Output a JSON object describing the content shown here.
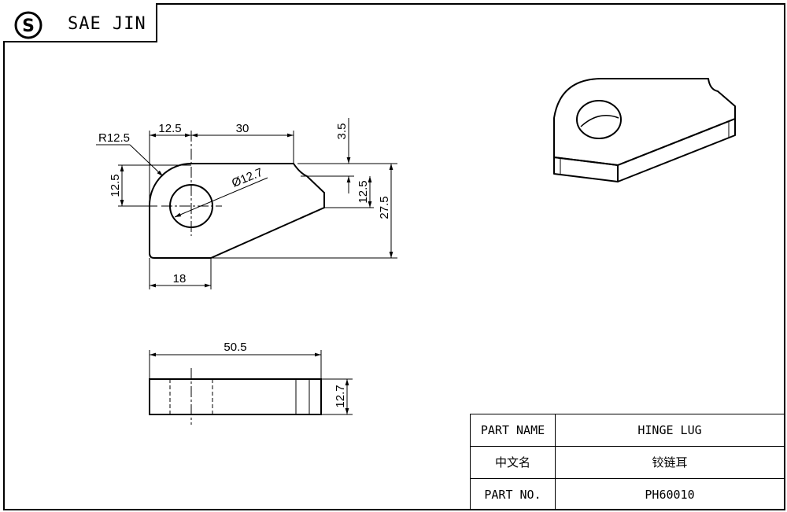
{
  "company": {
    "name": "SAE JIN",
    "logo_letter": "S"
  },
  "dimensions": {
    "radius": "R12.5",
    "top_left_width": "12.5",
    "top_span": "30",
    "notch_depth": "3.5",
    "left_height": "12.5",
    "hole_diameter": "Ø12.7",
    "right_height": "12.5",
    "overall_height": "27.5",
    "bottom_width": "18",
    "overall_length": "50.5",
    "thickness": "12.7"
  },
  "title_block": {
    "rows": [
      {
        "label": "PART NAME",
        "value": "HINGE LUG"
      },
      {
        "label": "中文名",
        "value": "铰链耳"
      },
      {
        "label": "PART NO.",
        "value": "PH60010"
      }
    ]
  }
}
